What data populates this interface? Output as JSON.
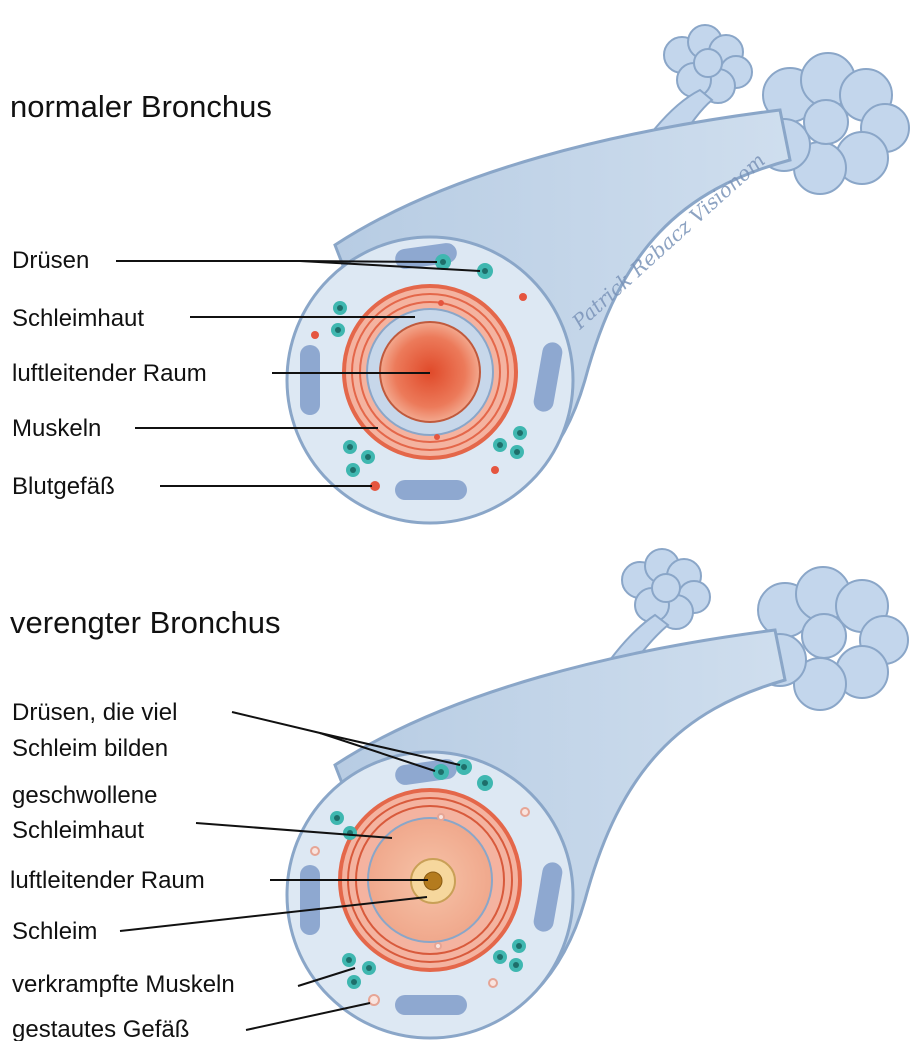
{
  "signature": "Patrick Rebacz Visionom",
  "colors": {
    "tube": "#c3d5e8",
    "tube_outline": "#8aa6c8",
    "tissue": "#dfe9f3",
    "blood_vessel_pockets": "#8ea8d0",
    "muscle": "#e9836a",
    "mucosa": "#c9d9ec",
    "lumen_normal": "#e85a3a",
    "lumen_narrow_mucus": "#f6d79d",
    "gland": "#3fb7b0",
    "vessel": "#e5553f",
    "alveoli": "#bfd3ea"
  },
  "normal": {
    "title": "normaler Bronchus",
    "labels": {
      "glands": "Drüsen",
      "mucosa": "Schleimhaut",
      "lumen": "luftleitender Raum",
      "muscles": "Muskeln",
      "vessel": "Blutgefäß"
    }
  },
  "narrowed": {
    "title": "verengter Bronchus",
    "labels": {
      "glands_line1": "Drüsen, die viel",
      "glands_line2": "Schleim bilden",
      "mucosa_line1": "geschwollene",
      "mucosa_line2": "Schleimhaut",
      "lumen": "luftleitender Raum",
      "mucus": "Schleim",
      "muscles": "verkrampfte Muskeln",
      "vessel": "gestautes Gefäß"
    }
  }
}
